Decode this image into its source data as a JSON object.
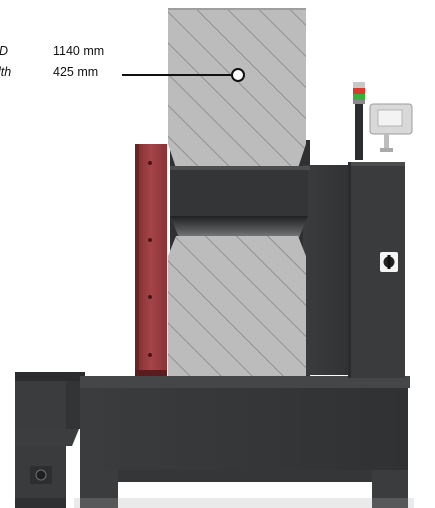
{
  "specs": [
    {
      "label": "D",
      "value": "1140 mm"
    },
    {
      "label": "width",
      "value": "425 mm"
    }
  ],
  "colors": {
    "machine_body": "#3b3d3f",
    "machine_dark": "#2c2e30",
    "clamp_plate": "#9a3b3e",
    "workpiece_gray": "#b9b9b9",
    "hatch": "#7d7d7d",
    "signal_red": "#d93a2b",
    "signal_green": "#3cae3a"
  },
  "icons": [
    "leader-dot-icon",
    "signal-tower-icon",
    "control-panel-icon",
    "rotary-switch-icon",
    "electrical-outlet-icon"
  ]
}
